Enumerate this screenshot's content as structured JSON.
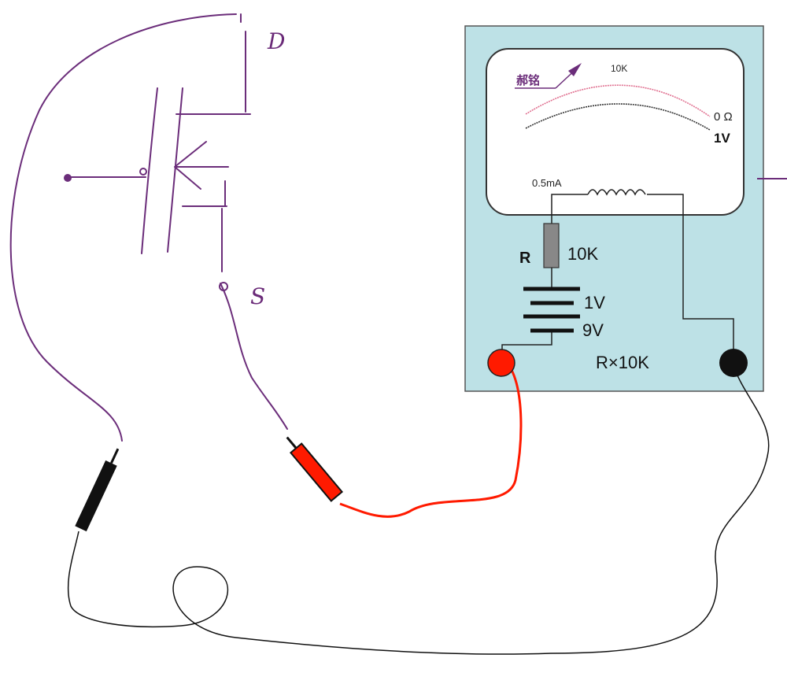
{
  "transistor": {
    "drain_label": "D",
    "source_label": "S"
  },
  "meter": {
    "brand_label": "郝铭",
    "scale_top_label": "10K",
    "ohm_zero_label": "0 Ω",
    "volt_label": "1V",
    "movement_label": "0.5mA",
    "resistor_name": "R",
    "resistor_value": "10K",
    "battery_1": "1V",
    "battery_2": "9V",
    "range_label": "R×10K"
  },
  "colors": {
    "panel": "#bde1e6",
    "purple": "#6b2d7a",
    "red": "#ff1a00",
    "black": "#111111"
  }
}
